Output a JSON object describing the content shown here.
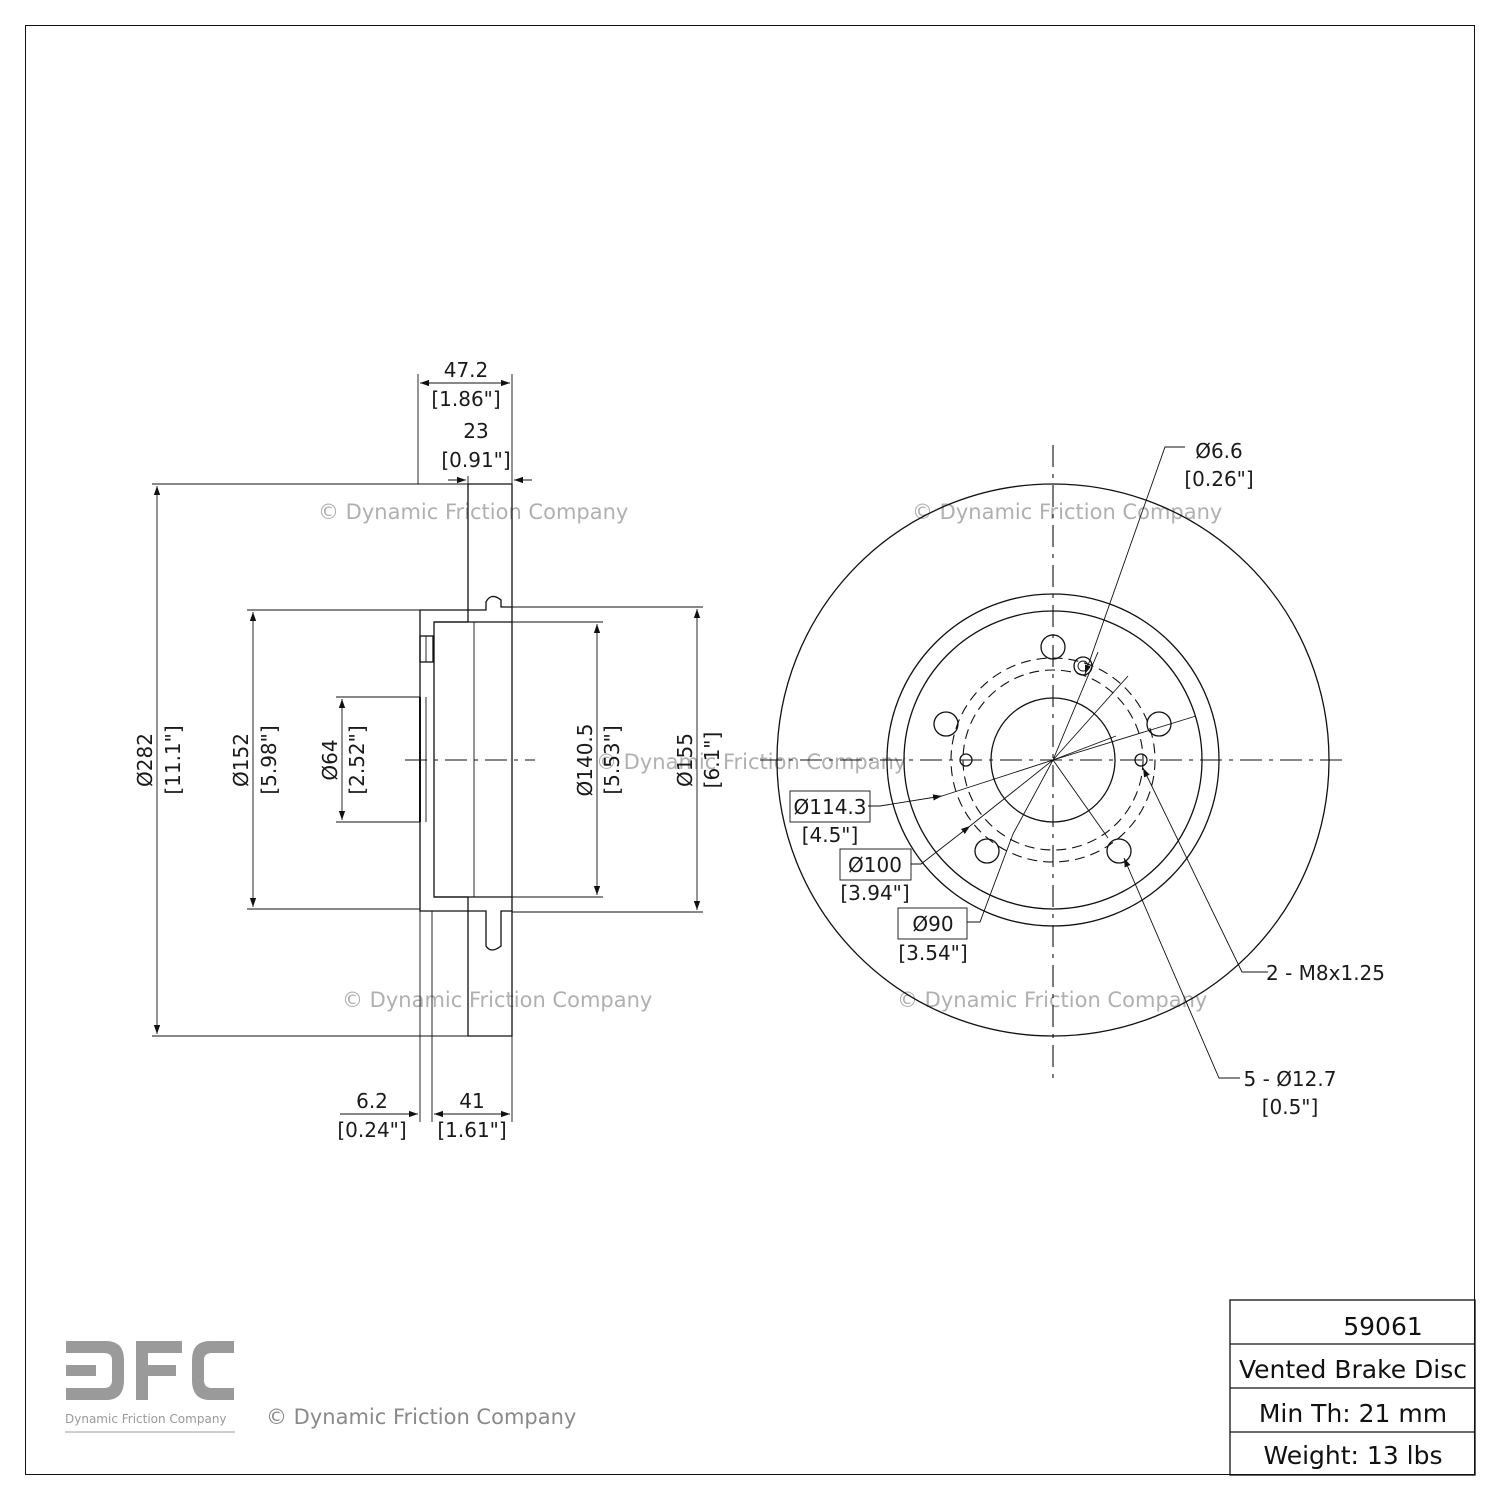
{
  "watermark": "© Dynamic Friction Company",
  "logo": {
    "letters": "DFC",
    "caption": "Dynamic Friction Company"
  },
  "footer_copyright": "© Dynamic Friction Company",
  "title_block": {
    "part_number": "59061",
    "description": "Vented Brake Disc",
    "min_thickness": "Min Th: 21 mm",
    "weight": "Weight: 13 lbs"
  },
  "side_view": {
    "overall_width": {
      "mm": "47.2",
      "in": "[1.86\"]"
    },
    "rotor_thickness": {
      "mm": "23",
      "in": "[0.91\"]"
    },
    "outer_diameter": {
      "mm": "Ø282",
      "in": "[11.1\"]"
    },
    "hat_diameter": {
      "mm": "Ø152",
      "in": "[5.98\"]"
    },
    "center_bore": {
      "mm": "Ø64",
      "in": "[2.52\"]"
    },
    "inner_hat_diameter": {
      "mm": "Ø140.5",
      "in": "[5.53\"]"
    },
    "inner_friction_diameter": {
      "mm": "Ø155",
      "in": "[6.1\"]"
    },
    "hat_wall": {
      "mm": "6.2",
      "in": "[0.24\"]"
    },
    "hat_height": {
      "mm": "41",
      "in": "[1.61\"]"
    }
  },
  "front_view": {
    "small_hole": {
      "mm": "Ø6.6",
      "in": "[0.26\"]"
    },
    "bolt_circle": {
      "mm": "Ø114.3",
      "in": "[4.5\"]"
    },
    "pilot_circle": {
      "mm": "Ø100",
      "in": "[3.94\"]"
    },
    "inner_circle": {
      "mm": "Ø90",
      "in": "[3.54\"]"
    },
    "threaded_holes": "2 - M8x1.25",
    "lug_holes": {
      "mm": "5 - Ø12.7",
      "in": "[0.5\"]"
    }
  }
}
